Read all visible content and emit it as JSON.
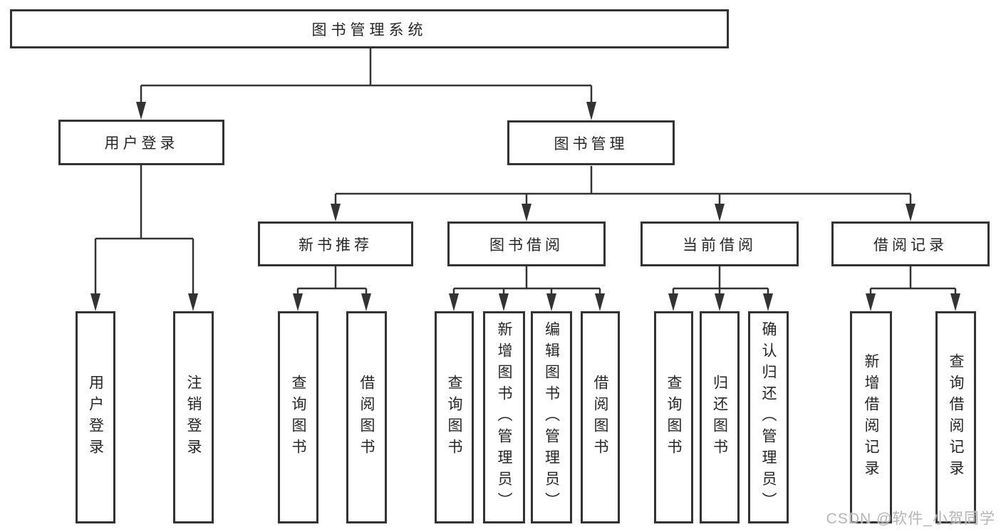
{
  "colors": {
    "line": "#333333",
    "text": "#262626",
    "watermark": "#b5b5b5"
  },
  "tree": {
    "label": "图书管理系统",
    "children": [
      {
        "label": "用户登录",
        "children": [
          {
            "label": "用户登录"
          },
          {
            "label": "注销登录"
          }
        ]
      },
      {
        "label": "图书管理",
        "children": [
          {
            "label": "新书推荐",
            "children": [
              {
                "label": "查询图书"
              },
              {
                "label": "借阅图书"
              }
            ]
          },
          {
            "label": "图书借阅",
            "children": [
              {
                "label": "查询图书"
              },
              {
                "label": "新增图书（管理员）"
              },
              {
                "label": "编辑图书（管理员）"
              },
              {
                "label": "借阅图书"
              }
            ]
          },
          {
            "label": "当前借阅",
            "children": [
              {
                "label": "查询图书"
              },
              {
                "label": "归还图书"
              },
              {
                "label": "确认归还（管理员）"
              }
            ]
          },
          {
            "label": "借阅记录",
            "children": [
              {
                "label": "新增借阅记录"
              },
              {
                "label": "查询借阅记录"
              }
            ]
          }
        ]
      }
    ]
  },
  "watermark": {
    "text": "CSDN @软件_小贺同学"
  }
}
